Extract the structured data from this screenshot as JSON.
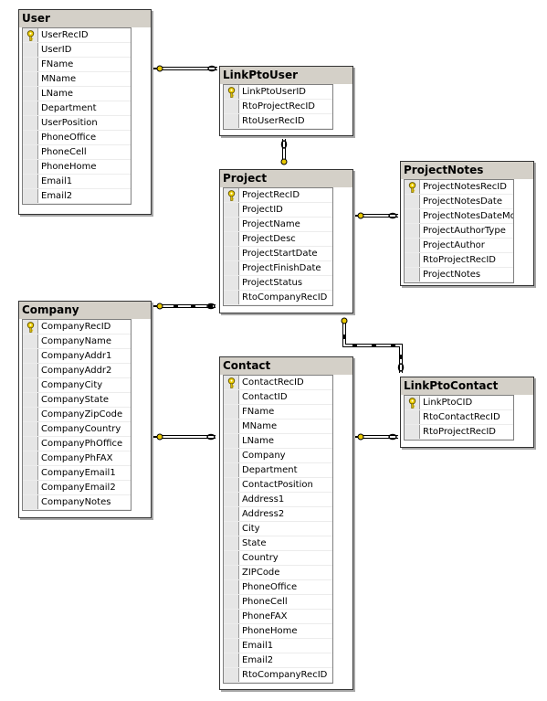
{
  "tables": {
    "user": {
      "name": "User",
      "columns": [
        "UserRecID",
        "UserID",
        "FName",
        "MName",
        "LName",
        "Department",
        "UserPosition",
        "PhoneOffice",
        "PhoneCell",
        "PhoneHome",
        "Email1",
        "Email2"
      ]
    },
    "link_pto_user": {
      "name": "LinkPtoUser",
      "columns": [
        "LinkPtoUserID",
        "RtoProjectRecID",
        "RtoUserRecID"
      ]
    },
    "project": {
      "name": "Project",
      "columns": [
        "ProjectRecID",
        "ProjectID",
        "ProjectName",
        "ProjectDesc",
        "ProjectStartDate",
        "ProjectFinishDate",
        "ProjectStatus",
        "RtoCompanyRecID"
      ]
    },
    "project_notes": {
      "name": "ProjectNotes",
      "columns": [
        "ProjectNotesRecID",
        "ProjectNotesDate",
        "ProjectNotesDateMod",
        "ProjectAuthorType",
        "ProjectAuthor",
        "RtoProjectRecID",
        "ProjectNotes"
      ]
    },
    "company": {
      "name": "Company",
      "columns": [
        "CompanyRecID",
        "CompanyName",
        "CompanyAddr1",
        "CompanyAddr2",
        "CompanyCity",
        "CompanyState",
        "CompanyZipCode",
        "CompanyCountry",
        "CompanyPhOffice",
        "CompanyPhFAX",
        "CompanyEmail1",
        "CompanyEmail2",
        "CompanyNotes"
      ]
    },
    "contact": {
      "name": "Contact",
      "columns": [
        "ContactRecID",
        "ContactID",
        "FName",
        "MName",
        "LName",
        "Company",
        "Department",
        "ContactPosition",
        "Address1",
        "Address2",
        "City",
        "State",
        "Country",
        "ZIPCode",
        "PhoneOffice",
        "PhoneCell",
        "PhoneFAX",
        "PhoneHome",
        "Email1",
        "Email2",
        "RtoCompanyRecID"
      ]
    },
    "link_pto_contact": {
      "name": "LinkPtoContact",
      "columns": [
        "LinkPtoCID",
        "RtoContactRecID",
        "RtoProjectRecID"
      ]
    }
  },
  "icons": {
    "primary_key": "key-icon",
    "relationship_end": "key-end-icon",
    "many_end": "infinity-end-icon"
  },
  "colors": {
    "key_yellow": "#e8c800",
    "header_gray": "#d4d0c8",
    "border": "#333333"
  }
}
